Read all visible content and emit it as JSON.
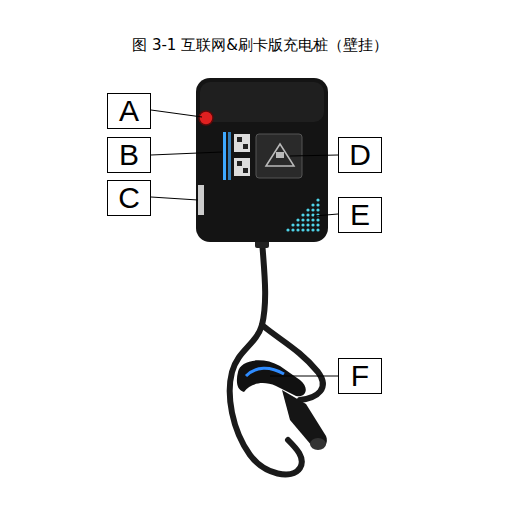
{
  "diagram": {
    "title": "图 3-1  互联网&刷卡版充电桩（壁挂）",
    "nodes": [
      {
        "text": [
          "A"
        ]
      },
      {
        "text": [
          "B"
        ]
      },
      {
        "text": [
          "D"
        ]
      },
      {
        "text": [
          "C"
        ]
      },
      {
        "text": [
          "E"
        ]
      },
      {
        "text": [
          "F"
        ]
      }
    ]
  }
}
